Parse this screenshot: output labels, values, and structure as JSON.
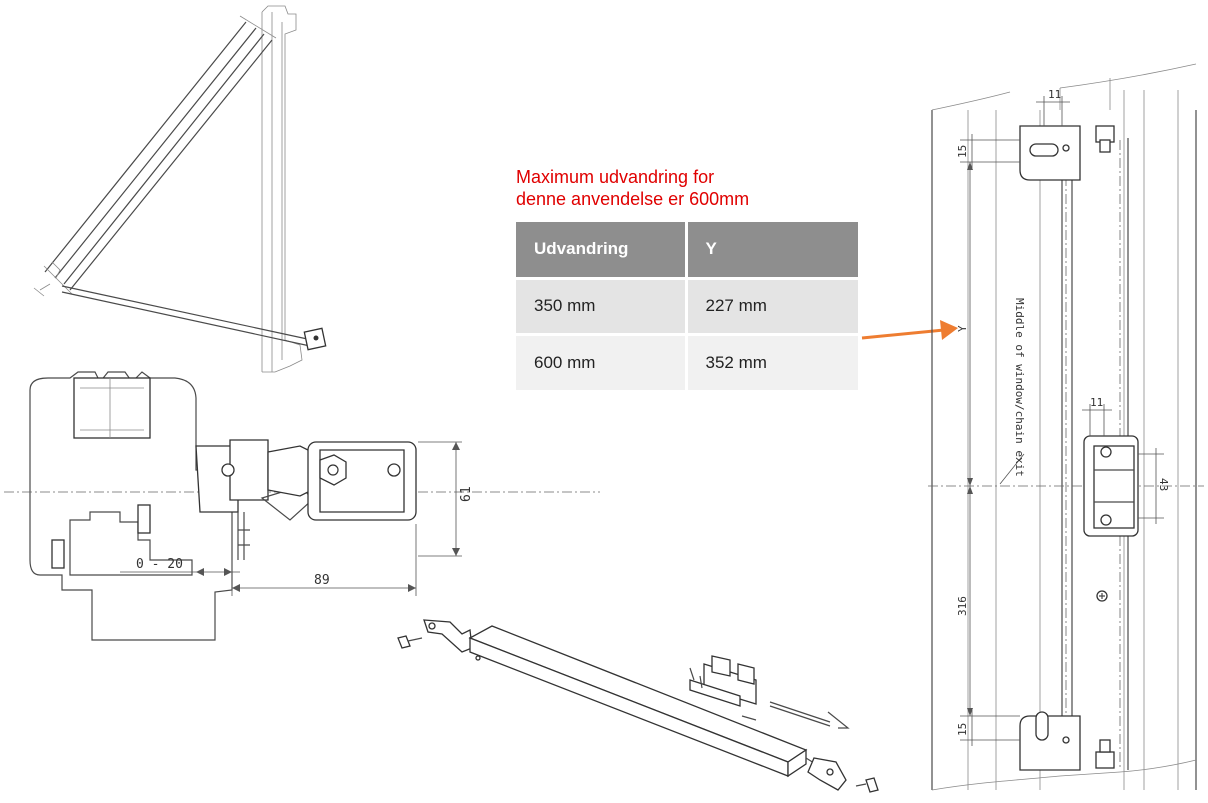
{
  "note": {
    "line1": "Maximum udvandring for",
    "line2": "denne anvendelse er 600mm",
    "color": "#e00000"
  },
  "table": {
    "headers": [
      "Udvandring",
      "Y"
    ],
    "rows": [
      [
        "350 mm",
        "227 mm"
      ],
      [
        "600 mm",
        "352 mm"
      ]
    ],
    "header_bg": "#8e8e8e"
  },
  "dimensions": {
    "side_height": "61",
    "side_width": "89",
    "side_gap": "0 - 20",
    "front_top_offset": "11",
    "front_top_spacing": "15",
    "front_bracket_offset": "11",
    "front_bracket_height": "43",
    "front_lower_distance": "316",
    "front_bottom_spacing": "15",
    "front_y_label": "Y",
    "front_center_label": "Middle of window/chain exit"
  },
  "arrow_color": "#ee7d31",
  "icons": {
    "arrow": "arrow-right-icon"
  }
}
